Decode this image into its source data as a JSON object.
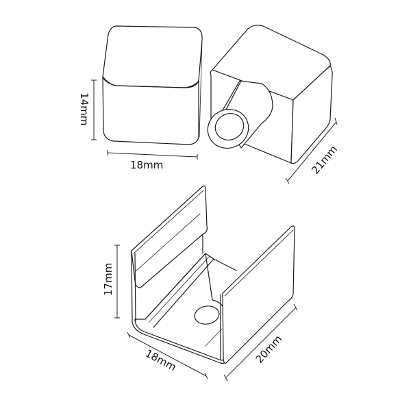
{
  "figure": {
    "type": "technical-dimension-drawing",
    "stroke_color": "#1a1a1a",
    "background": "#ffffff",
    "parts": [
      {
        "id": "end-cap-closed",
        "description": "Closed end cap, rounded cube",
        "dimensions": {
          "height": "14mm",
          "width": "18mm"
        }
      },
      {
        "id": "end-cap-with-outlet",
        "description": "End cap with cylindrical cable outlet",
        "dimensions": {
          "depth": "21mm"
        }
      },
      {
        "id": "mounting-clip",
        "description": "U-shaped mounting clip with screw hole",
        "dimensions": {
          "height": "17mm",
          "width": "18mm",
          "depth": "20mm"
        }
      }
    ]
  },
  "labels": {
    "cap_height": "14mm",
    "cap_width": "18mm",
    "cap_depth": "21mm",
    "clip_height": "17mm",
    "clip_width": "18mm",
    "clip_depth": "20mm"
  }
}
